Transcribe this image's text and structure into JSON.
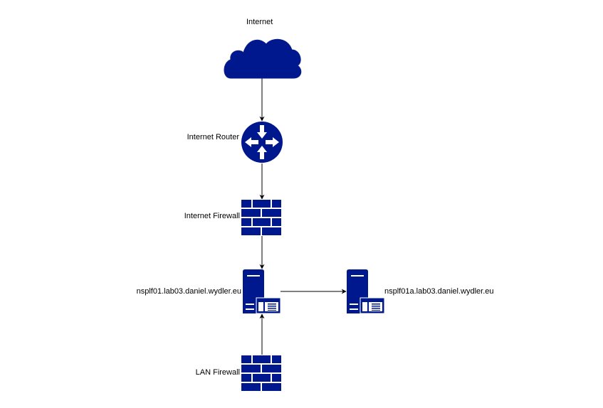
{
  "diagram": {
    "colors": {
      "icon_fill": "#00188D",
      "icon_stroke": "#ffffff",
      "edge": "#000000",
      "label": "#000000",
      "background": "#ffffff"
    },
    "nodes": [
      {
        "id": "internet",
        "label": "Internet",
        "icon": "cloud-icon"
      },
      {
        "id": "router",
        "label": "Internet Router",
        "icon": "router-icon"
      },
      {
        "id": "internet-firewall",
        "label": "Internet Firewall",
        "icon": "firewall-icon"
      },
      {
        "id": "nsplf01",
        "label": "nsplf01.lab03.daniel.wydler.eu",
        "icon": "server-icon"
      },
      {
        "id": "nsplf01a",
        "label": "nsplf01a.lab03.daniel.wydler.eu",
        "icon": "server-icon"
      },
      {
        "id": "lan-firewall",
        "label": "LAN Firewall",
        "icon": "firewall-icon"
      }
    ],
    "edges": [
      {
        "from": "internet",
        "to": "router",
        "directed": true
      },
      {
        "from": "router",
        "to": "internet-firewall",
        "directed": true
      },
      {
        "from": "internet-firewall",
        "to": "nsplf01",
        "directed": true
      },
      {
        "from": "nsplf01",
        "to": "nsplf01a",
        "directed": true
      },
      {
        "from": "lan-firewall",
        "to": "nsplf01",
        "directed": true
      }
    ]
  }
}
